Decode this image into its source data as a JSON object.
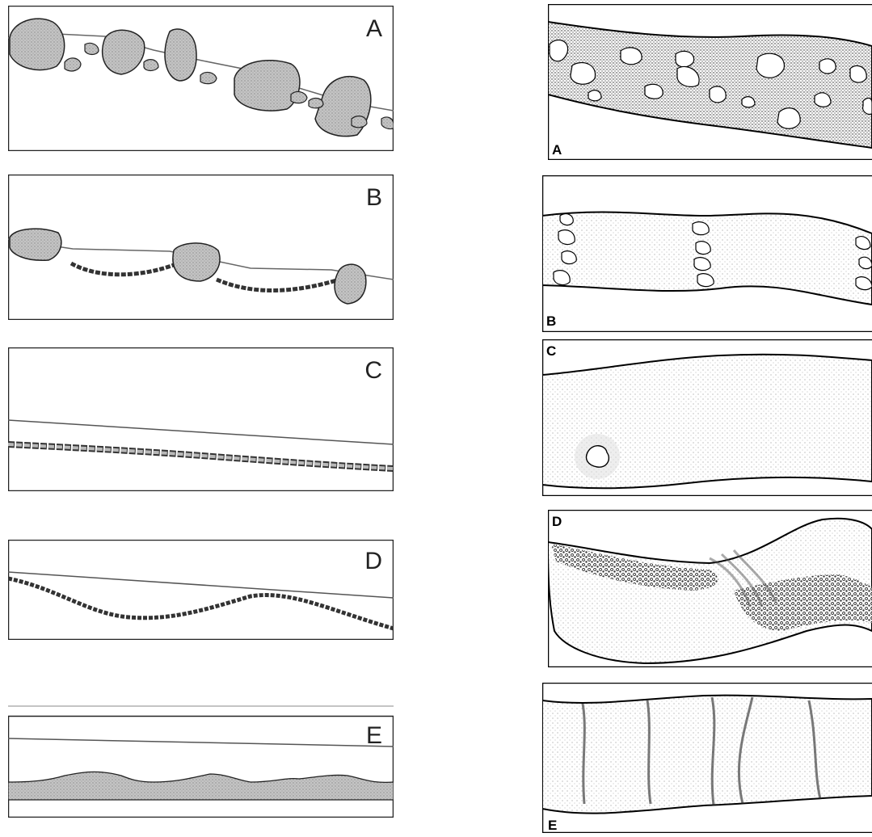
{
  "left_panels": [
    {
      "label": "A"
    },
    {
      "label": "B"
    },
    {
      "label": "C"
    },
    {
      "label": "D"
    },
    {
      "label": "E"
    }
  ],
  "right_panels": [
    {
      "label": "A"
    },
    {
      "label": "B"
    },
    {
      "label": "C"
    },
    {
      "label": "D"
    },
    {
      "label": "E"
    }
  ],
  "colors": {
    "boulder_fill": "#b9b9b9",
    "outline": "#222222",
    "water_line": "#555555",
    "sediment_fill": "#a8a8a8"
  }
}
